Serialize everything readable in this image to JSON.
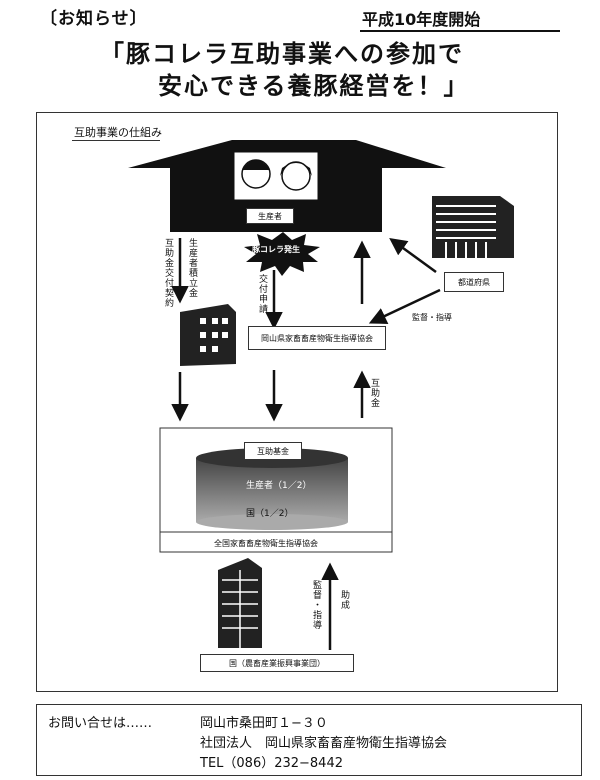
{
  "header": {
    "notice": "〔お知らせ〕",
    "start": "平成10年度開始",
    "title_line1": "「豚コレラ互助事業への参加で",
    "title_line2": "安心できる養豚経営を！」"
  },
  "diagram": {
    "caption": "互助事業の仕組み",
    "producer": "生産者",
    "outbreak": "豚コレラ発生",
    "prefecture": "都道府県",
    "okayama_assoc": "岡山県家畜畜産物衛生指導協会",
    "national_assoc": "全国家畜畜産物衛生指導協会",
    "fund_title": "互助基金",
    "fund_producer": "生産者（1／2）",
    "fund_state": "国（1／2）",
    "state": "国（農畜産業振興事業団）",
    "label_contribution": "生産者積立金",
    "label_payout": "互助金交付契約",
    "label_application": "交付申請",
    "label_supervision_pref": "監督・指導",
    "label_mutual_aid": "互助金",
    "label_supervision_state": "監督・指導",
    "label_subsidy": "助成"
  },
  "contact": {
    "prompt": "お問い合せは……",
    "address": "岡山市桑田町１−３０",
    "org": "社団法人　岡山県家畜畜産物衛生指導協会",
    "tel": "TEL（086）232−8442"
  }
}
